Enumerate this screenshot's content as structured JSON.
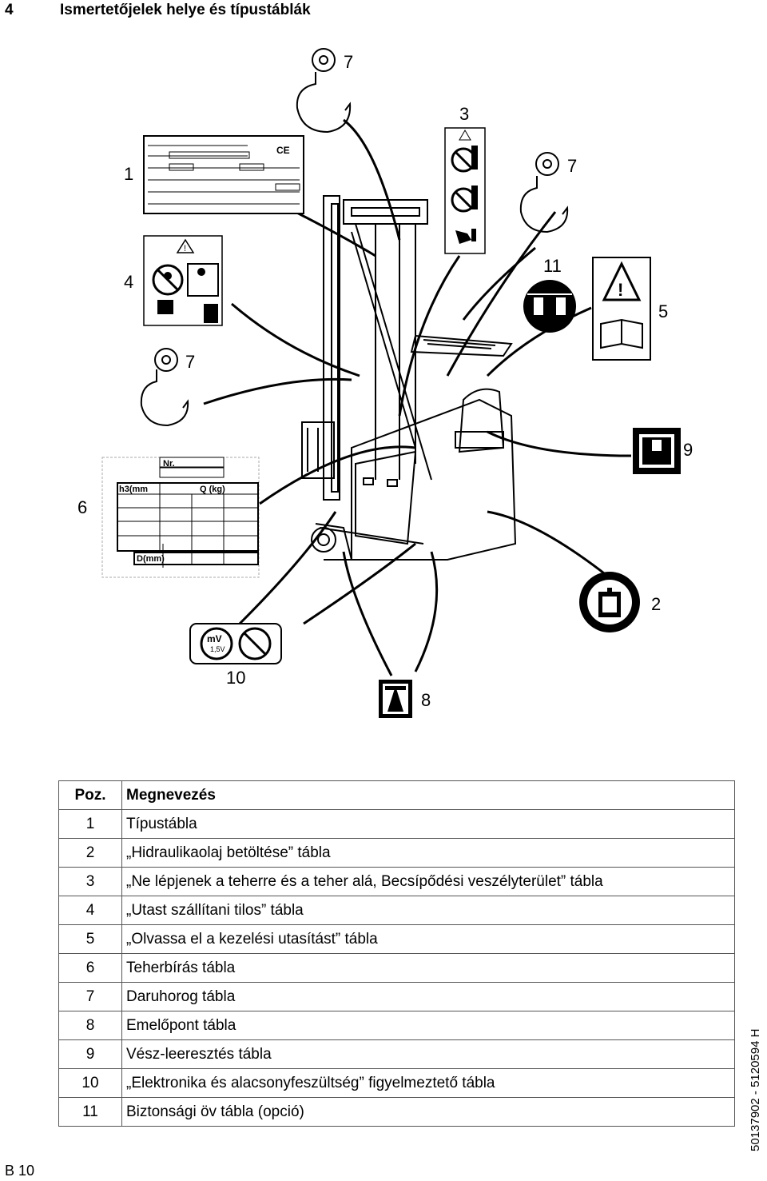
{
  "heading": {
    "number": "4",
    "title": "Ismertetőjelek helye és típustáblák"
  },
  "callouts": {
    "c1": "1",
    "c2": "2",
    "c3": "3",
    "c4": "4",
    "c5": "5",
    "c6": "6",
    "c7a": "7",
    "c7b": "7",
    "c7c": "7",
    "c8": "8",
    "c9": "9",
    "c10": "10",
    "c11": "11"
  },
  "label_6": {
    "nr": "Nr.",
    "h3": "h3(mm",
    "q": "Q (kg)",
    "d": "D(mm)"
  },
  "label_10": {
    "mv": "mV",
    "v": "1,5V"
  },
  "table": {
    "headers": [
      "Poz.",
      "Megnevezés"
    ],
    "rows": [
      [
        "1",
        "Típustábla"
      ],
      [
        "2",
        "„Hidraulikaolaj betöltése” tábla"
      ],
      [
        "3",
        "„Ne lépjenek a teherre és a teher alá, Becsípődési veszélyterület” tábla"
      ],
      [
        "4",
        "„Utast szállítani tilos” tábla"
      ],
      [
        "5",
        "„Olvassa el a kezelési utasítást” tábla"
      ],
      [
        "6",
        "Teherbírás tábla"
      ],
      [
        "7",
        "Daruhorog tábla"
      ],
      [
        "8",
        "Emelőpont tábla"
      ],
      [
        "9",
        "Vész-leeresztés tábla"
      ],
      [
        "10",
        "„Elektronika és alacsonyfeszültség” figyelmeztető tábla"
      ],
      [
        "11",
        "Biztonsági öv tábla (opció)"
      ]
    ]
  },
  "doc_id": "50137902 - 5120594 H",
  "page_number": "B 10"
}
